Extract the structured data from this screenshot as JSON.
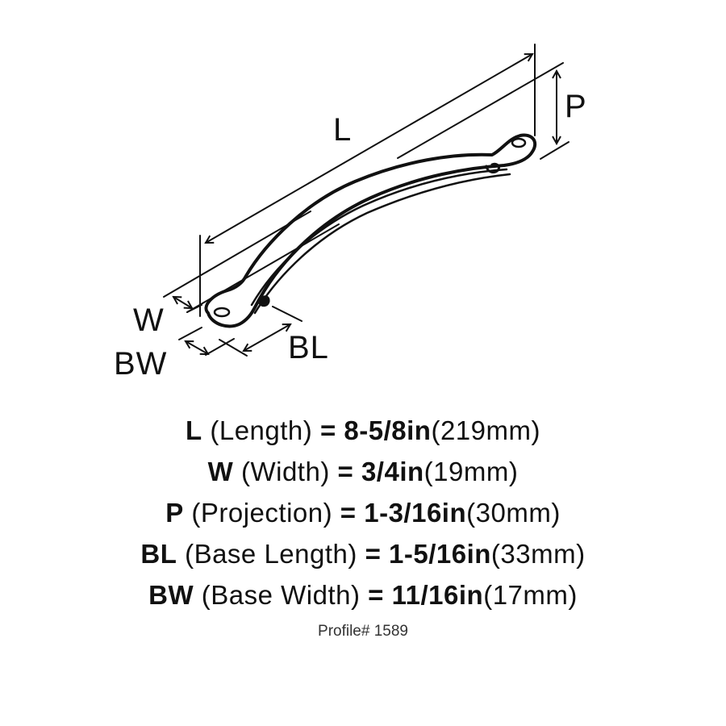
{
  "diagram": {
    "subject": "cabinet-pull-handle",
    "labels": {
      "L": "L",
      "P": "P",
      "W": "W",
      "BW": "BW",
      "BL": "BL"
    }
  },
  "specs": [
    {
      "abbr": "L",
      "name": "(Length)",
      "eq": "=",
      "inch": "8-5/8in",
      "mm": "(219mm)"
    },
    {
      "abbr": "W",
      "name": "(Width)",
      "eq": "=",
      "inch": "3/4in",
      "mm": "(19mm)"
    },
    {
      "abbr": "P",
      "name": "(Projection)",
      "eq": "=",
      "inch": "1-3/16in",
      "mm": "(30mm)"
    },
    {
      "abbr": "BL",
      "name": "(Base Length)",
      "eq": "=",
      "inch": "1-5/16in",
      "mm": "(33mm)"
    },
    {
      "abbr": "BW",
      "name": "(Base Width)",
      "eq": "=",
      "inch": "11/16in",
      "mm": "(17mm)"
    }
  ],
  "footer": {
    "profile": "Profile# 1589"
  },
  "colors": {
    "ink": "#111111",
    "background": "#ffffff"
  }
}
